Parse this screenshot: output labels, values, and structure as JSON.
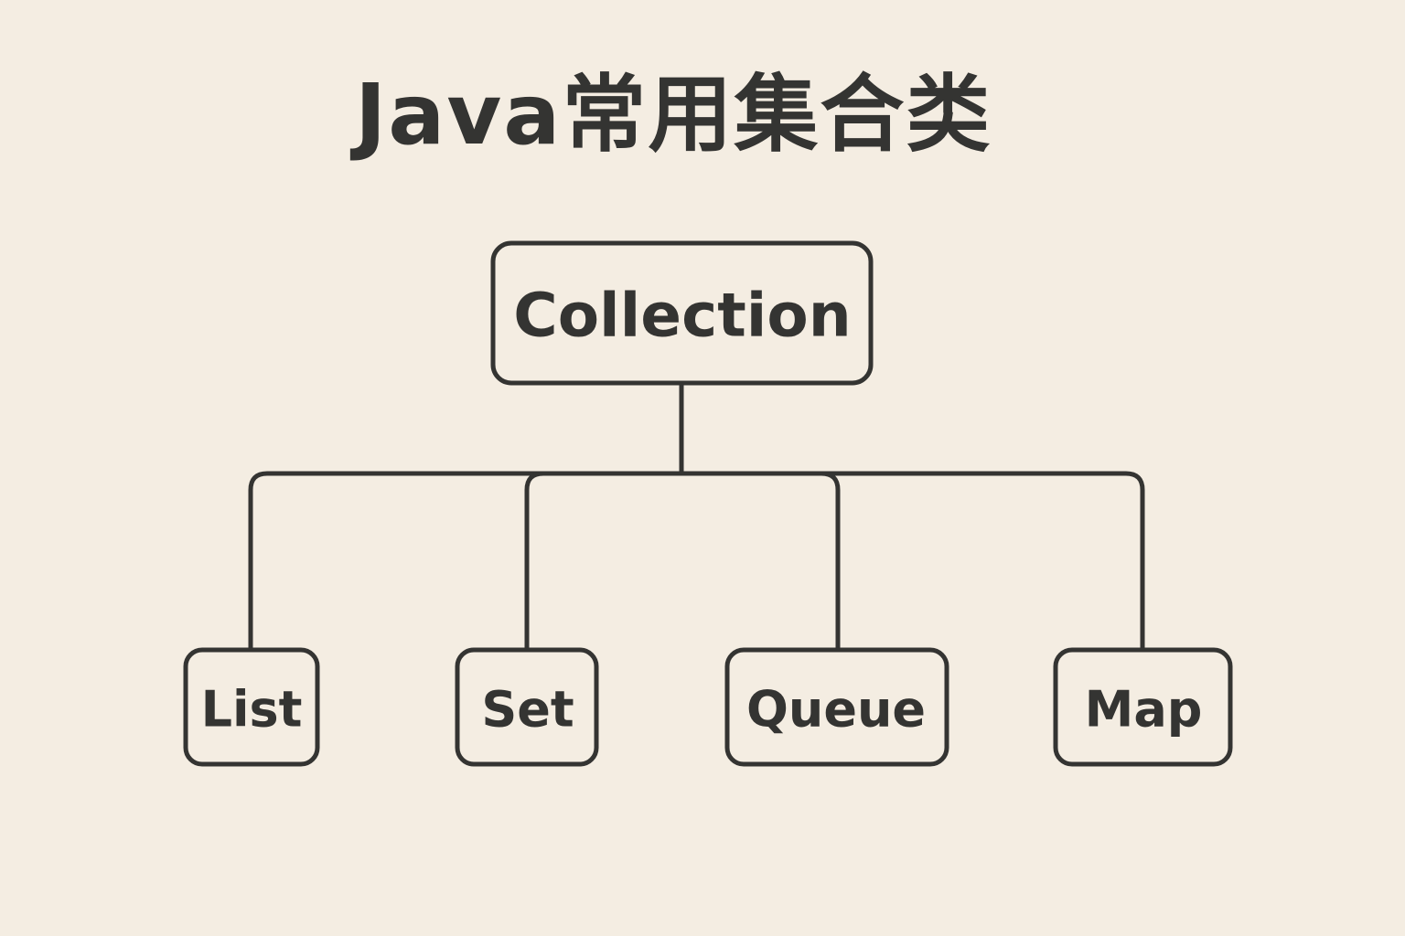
{
  "title": "Java常用集合类",
  "root": {
    "label": "Collection"
  },
  "children": [
    {
      "label": "List"
    },
    {
      "label": "Set"
    },
    {
      "label": "Queue"
    },
    {
      "label": "Map"
    }
  ]
}
